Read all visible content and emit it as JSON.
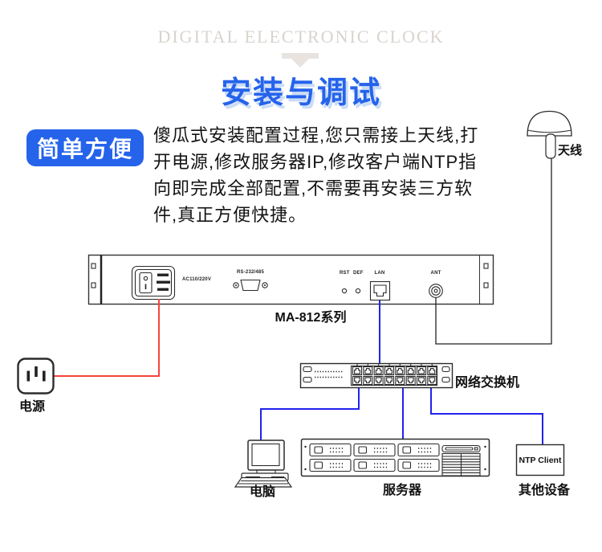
{
  "header": {
    "watermark": "DIGITAL ELECTRONIC CLOCK",
    "title": "安装与调试"
  },
  "feature": {
    "badge": "简单方便",
    "lines": [
      "傻瓜式安装配置过程,您只需接上天线,打",
      "开电源,修改服务器IP,修改客户端NTP指",
      "向即完成全部配置,不需要再安装三方软",
      "件,真正方便快捷。"
    ]
  },
  "device": {
    "model": "MA-812系列",
    "ports": {
      "power": "AC110/220V",
      "serial": "RS-232/485",
      "reset": "RST",
      "default": "DEF",
      "lan": "LAN",
      "antenna": "ANT"
    }
  },
  "nodes": {
    "antenna": "天线",
    "power": "电源",
    "switch": "网络交换机",
    "computer": "电脑",
    "server": "服务器",
    "client_box": "NTP Client",
    "other": "其他设备"
  },
  "colors": {
    "accent_blue": "#2563eb",
    "title_shadow": "#cadcf6",
    "wire_blue": "#2222ee",
    "wire_red": "#f4443c",
    "watermark_gray": "#d8d4ce"
  }
}
